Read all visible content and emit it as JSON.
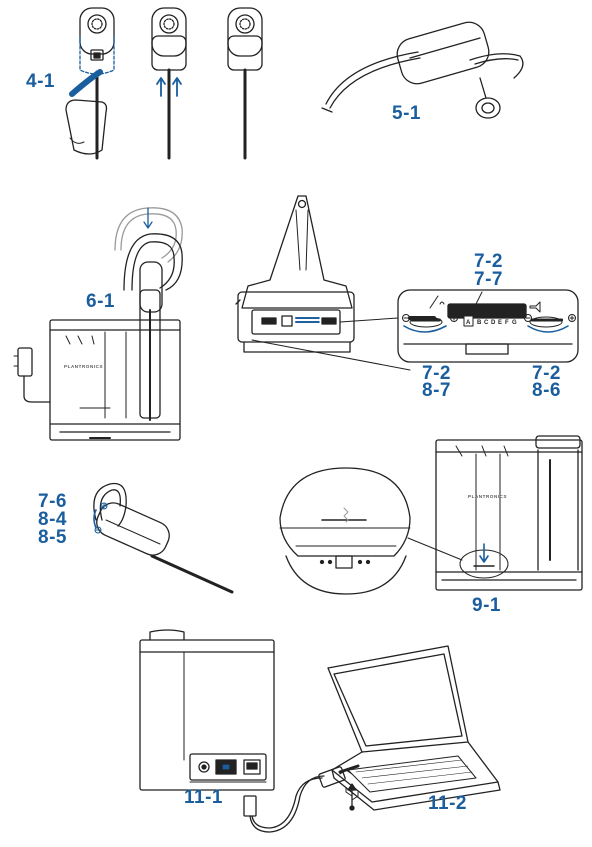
{
  "labels": {
    "l4_1": "4-1",
    "l5_1": "5-1",
    "l6_1": "6-1",
    "l7_2_top": "7-2",
    "l7_7": "7-7",
    "l7_2_left": "7-2",
    "l8_7": "8-7",
    "l7_2_right": "7-2",
    "l8_6": "8-6",
    "l7_6": "7-6",
    "l8_4": "8-4",
    "l8_5": "8-5",
    "l9_1": "9-1",
    "l11_1": "11-1",
    "l11_2": "11-2"
  },
  "brand": "PLANTRONICS",
  "dial_letters": [
    "A",
    "B",
    "C",
    "D",
    "E",
    "F",
    "G"
  ],
  "colors": {
    "accent": "#1a5e9e",
    "line": "#222222",
    "gray": "#9a9a9a"
  }
}
